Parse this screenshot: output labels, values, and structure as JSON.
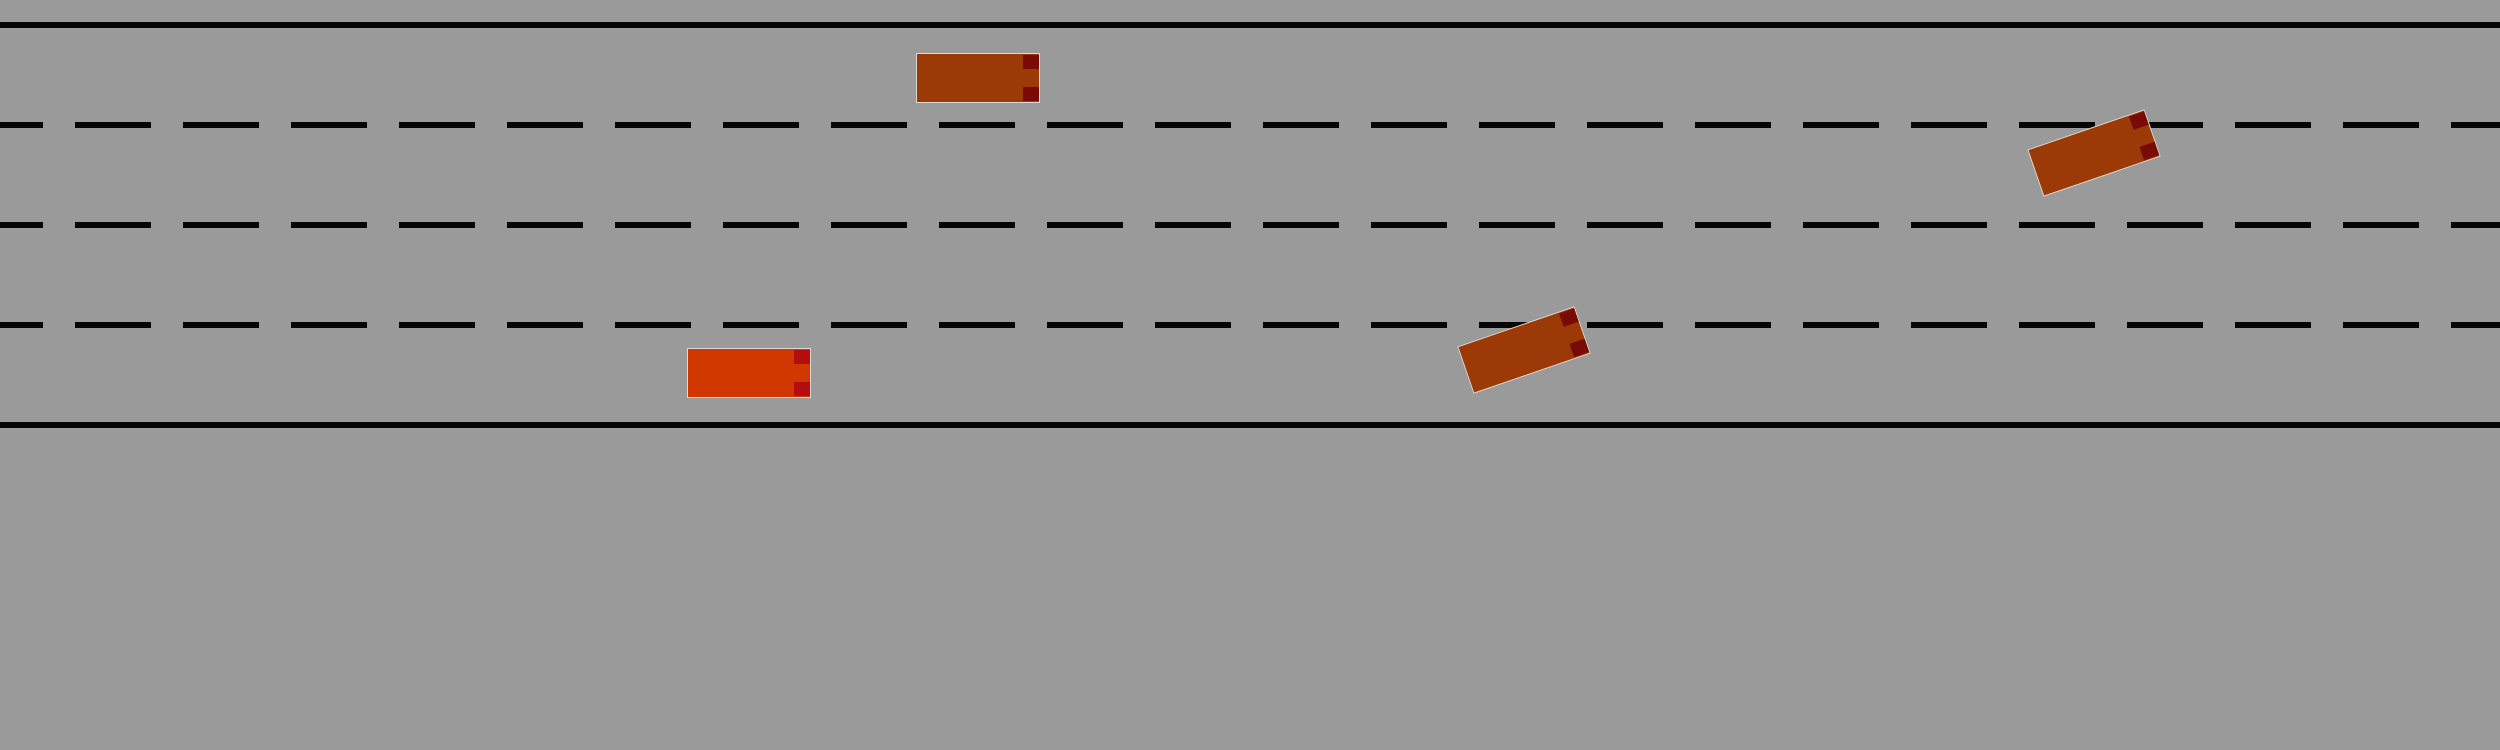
{
  "scene": {
    "background_color": "#9a9a9a",
    "line_color": "#050505",
    "lane_count": 4
  },
  "vehicles": [
    {
      "id": "vehicle-1",
      "role": "other",
      "body_color": "#9b3a06",
      "light_color": "#7a0a08",
      "heading_deg": 0
    },
    {
      "id": "vehicle-2",
      "role": "other",
      "body_color": "#9b3a06",
      "light_color": "#7a0a08",
      "heading_deg": -19
    },
    {
      "id": "vehicle-3",
      "role": "other",
      "body_color": "#9b3a06",
      "light_color": "#7a0a08",
      "heading_deg": -19
    },
    {
      "id": "vehicle-ego",
      "role": "ego",
      "body_color": "#d13800",
      "light_color": "#b50d0d",
      "heading_deg": 0
    }
  ]
}
